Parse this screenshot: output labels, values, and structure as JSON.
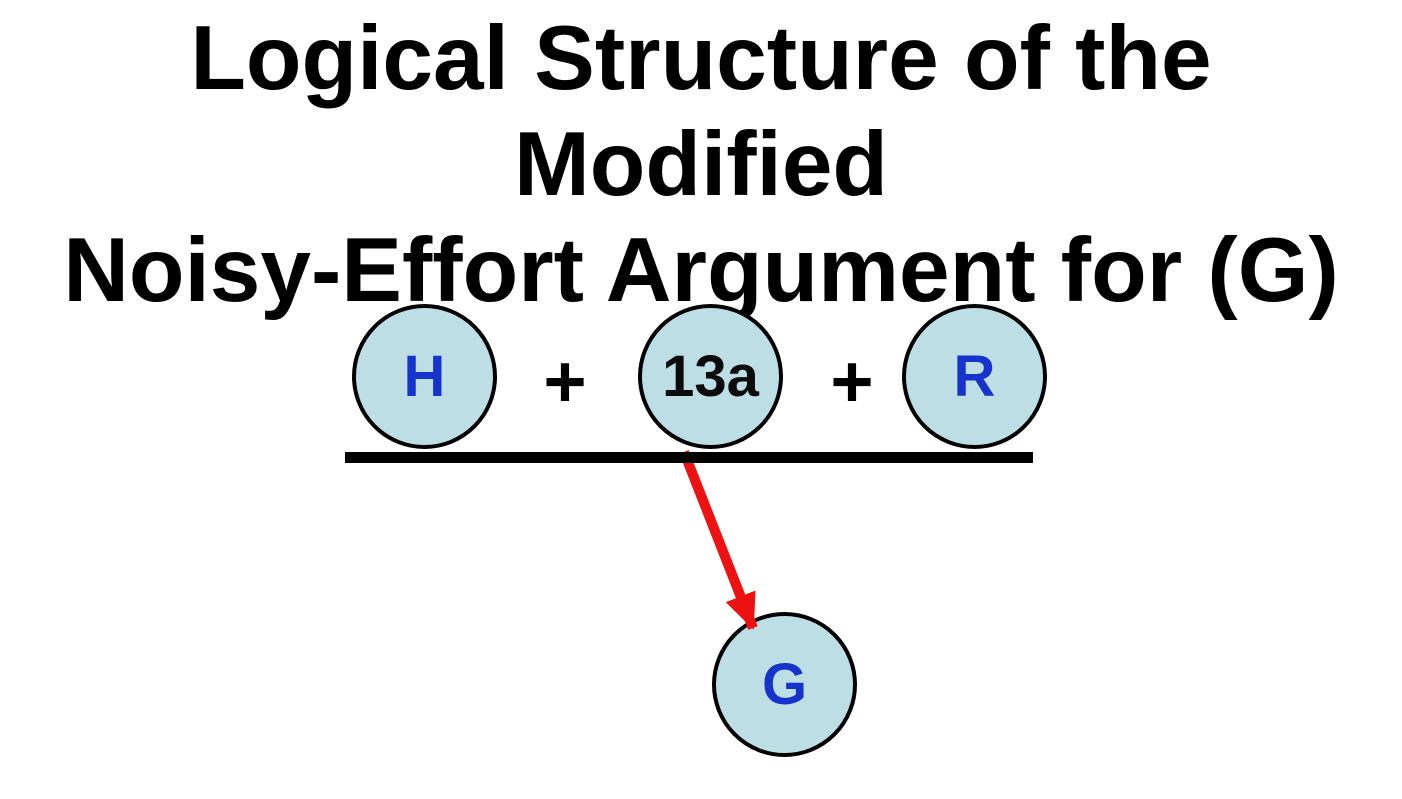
{
  "title": {
    "line1": "Logical Structure of the Modified",
    "line2": "Noisy-Effort Argument for (G)"
  },
  "diagram": {
    "premises": [
      {
        "id": "H",
        "label": "H",
        "label_color": "#1634cb",
        "fill": "#bddee4"
      },
      {
        "id": "13a",
        "label": "13a",
        "label_color": "#0b0b0b",
        "fill": "#bddee4"
      },
      {
        "id": "R",
        "label": "R",
        "label_color": "#1634cb",
        "fill": "#bddee4"
      }
    ],
    "conclusion": {
      "id": "G",
      "label": "G",
      "label_color": "#1634cb",
      "fill": "#bddee4"
    },
    "operators": [
      {
        "label": "+"
      },
      {
        "label": "+"
      }
    ],
    "colors": {
      "node_fill": "#bddee4",
      "node_stroke": "#000000",
      "inference_bar": "#000000",
      "arrow": "#ee1111",
      "title_text": "#000000"
    }
  }
}
